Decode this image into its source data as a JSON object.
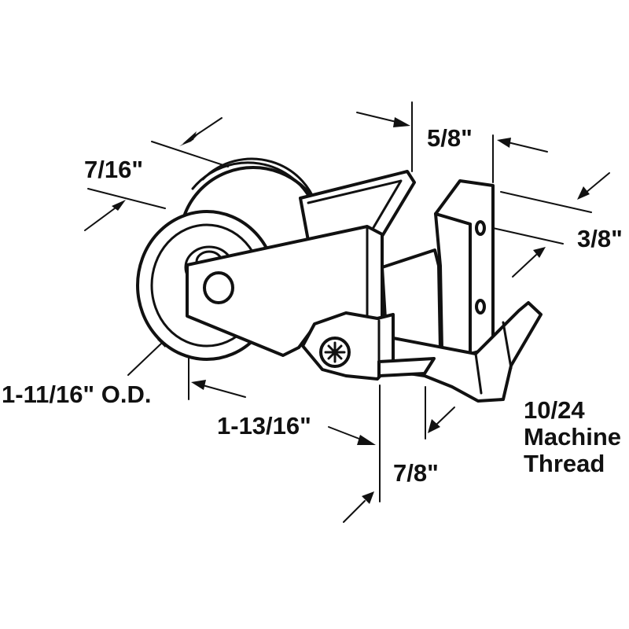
{
  "labels": {
    "wheel_width": "7/16\"",
    "bracket_width": "5/8\"",
    "hole_spacing": "3/8\"",
    "wheel_od": "1-11/16\" O.D.",
    "overall_length": "1-13/16\"",
    "height": "7/8\"",
    "thread_line1": "10/24",
    "thread_line2": "Machine",
    "thread_line3": "Thread"
  },
  "colors": {
    "ink": "#111111",
    "paper": "#ffffff"
  }
}
